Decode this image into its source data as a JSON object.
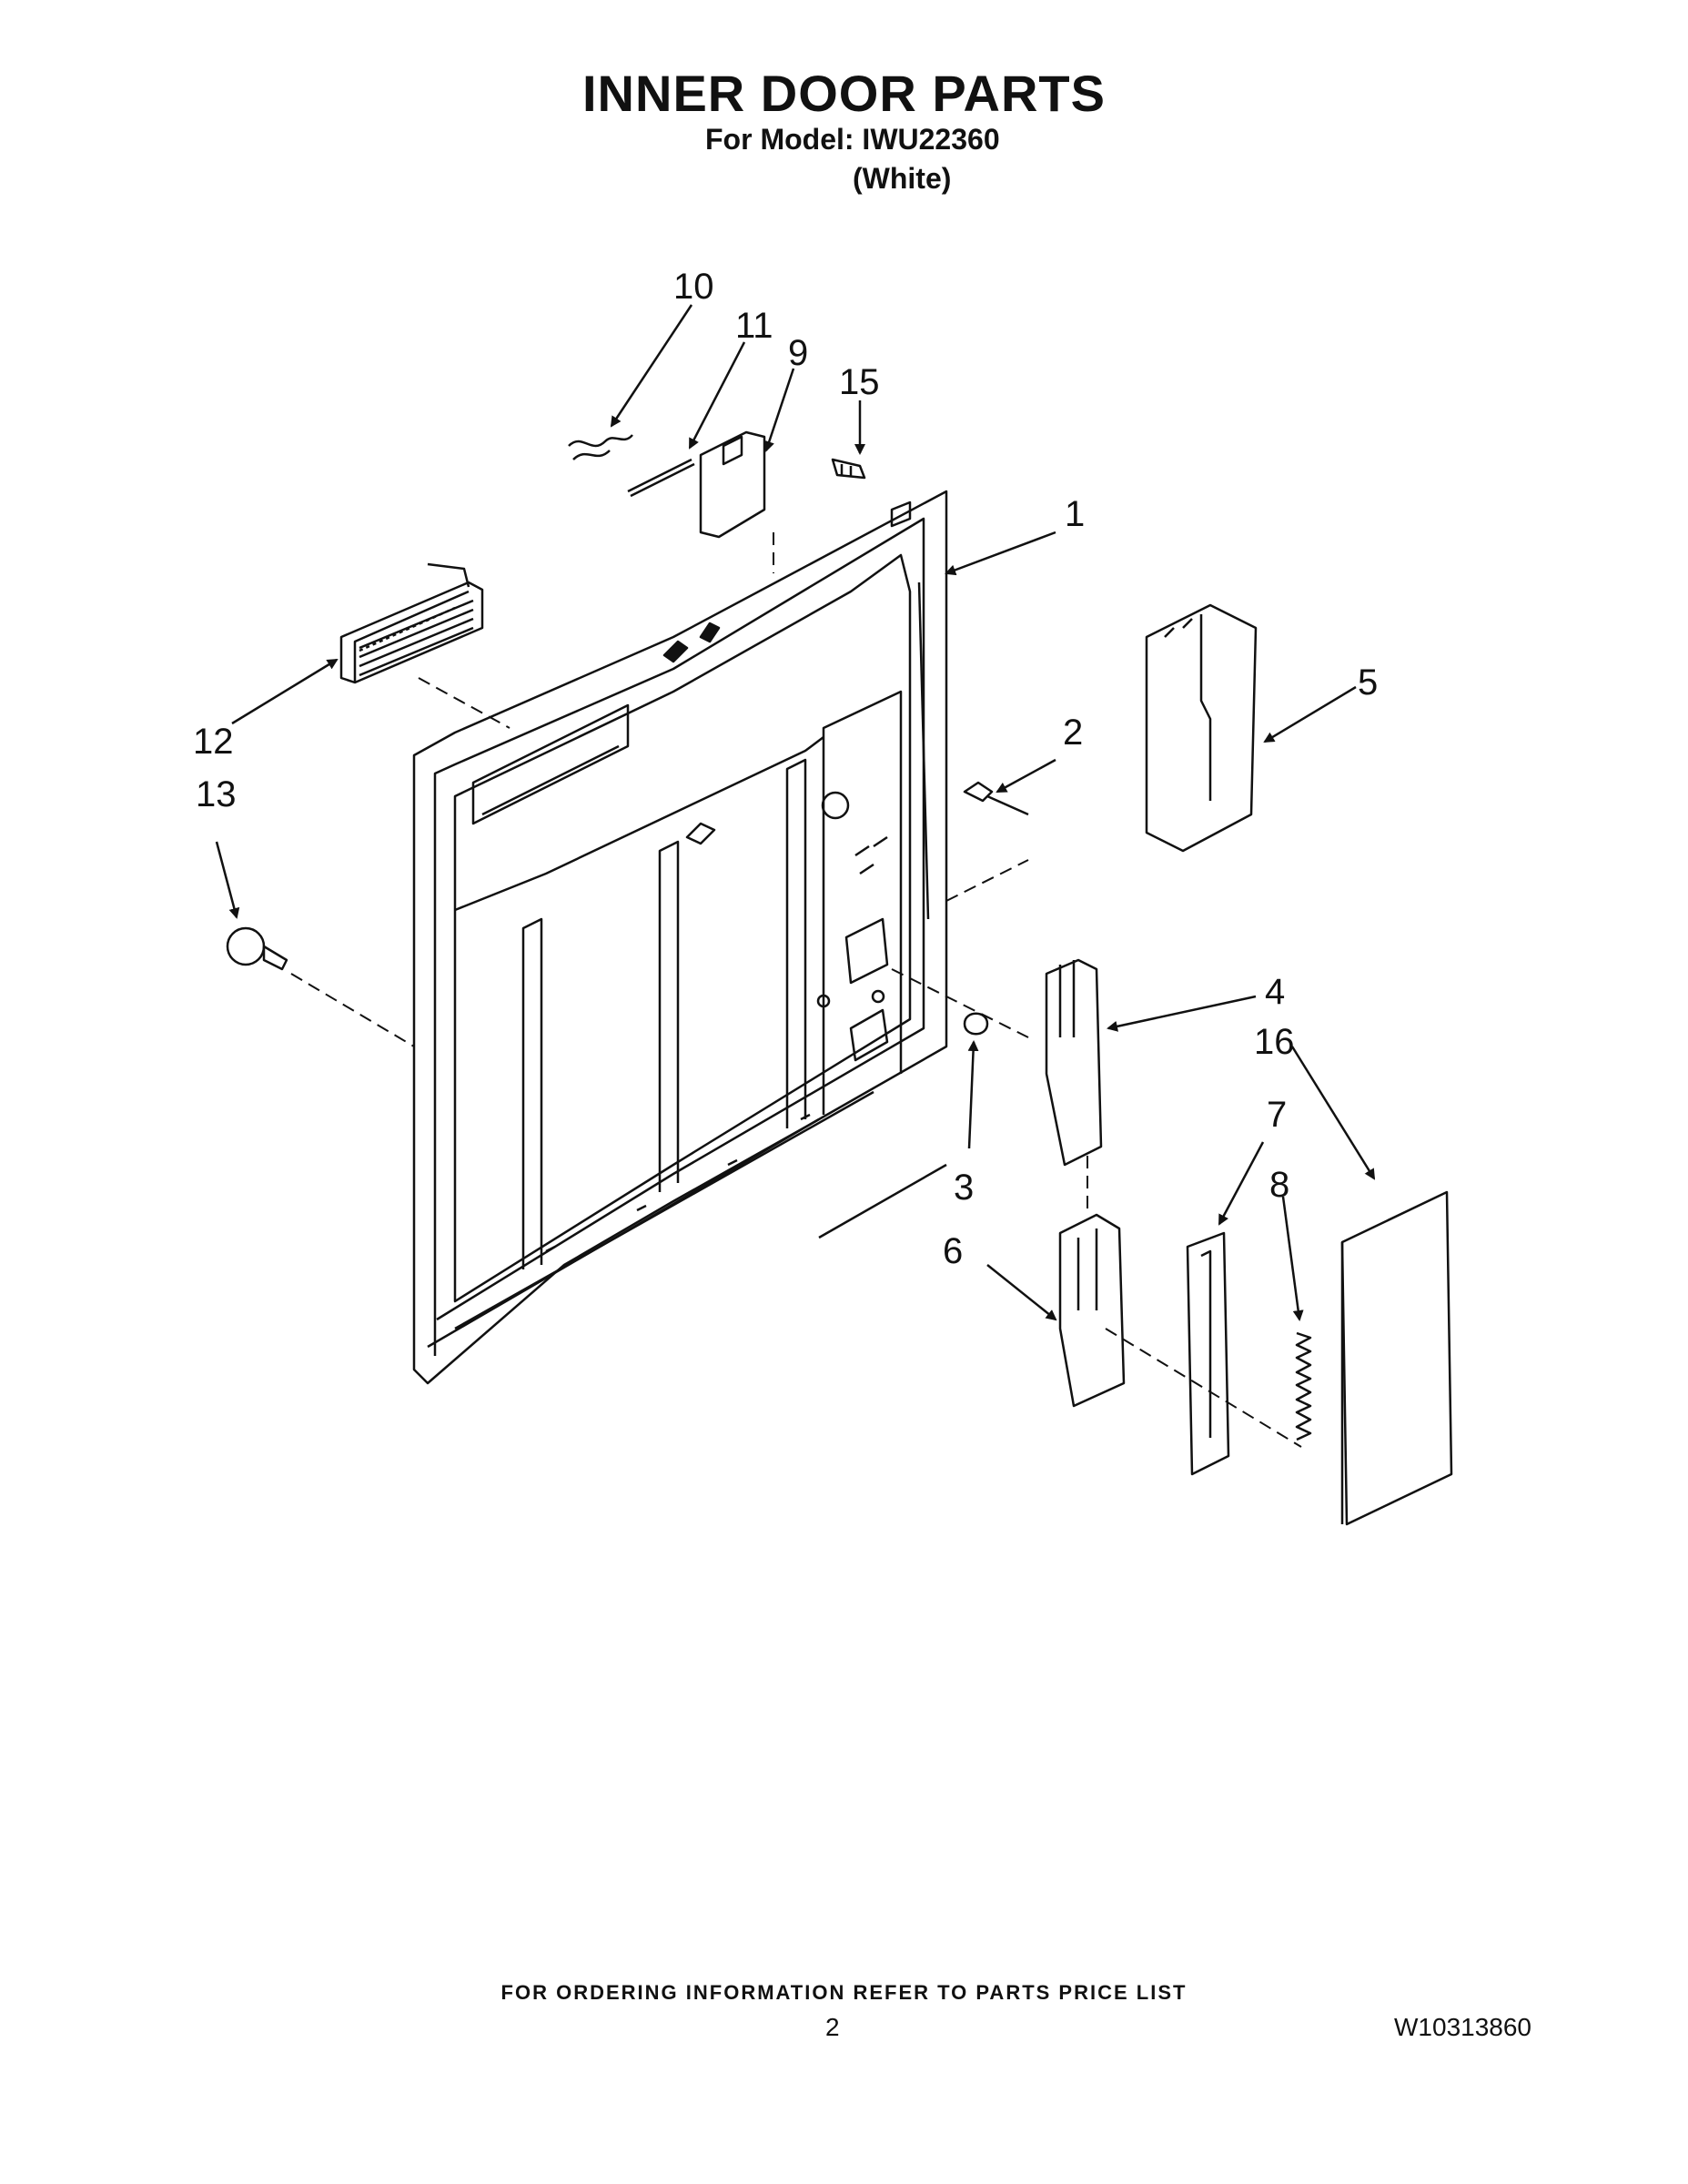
{
  "header": {
    "title": "INNER DOOR PARTS",
    "model_line": "For Model: IWU22360",
    "variant": "(White)"
  },
  "callouts": [
    "1",
    "2",
    "3",
    "4",
    "5",
    "6",
    "7",
    "8",
    "9",
    "10",
    "11",
    "12",
    "13",
    "15",
    "16"
  ],
  "footer": {
    "ordering_note": "FOR ORDERING INFORMATION REFER TO PARTS PRICE LIST",
    "page_number": "2",
    "document_number": "W10313860"
  }
}
